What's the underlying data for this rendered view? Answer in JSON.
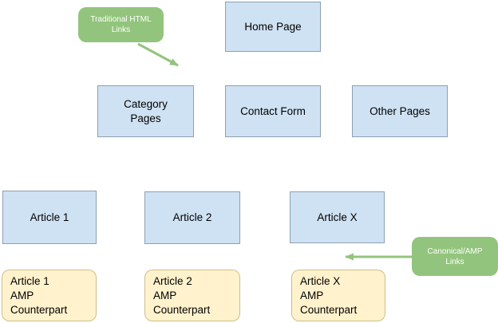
{
  "diagram": {
    "description": "Website structure diagram showing traditional HTML pages and AMP counterparts"
  },
  "nodes": {
    "home": {
      "label": "Home Page"
    },
    "category": {
      "lines": [
        "Category",
        "Pages"
      ]
    },
    "contact": {
      "label": "Contact Form"
    },
    "other": {
      "label": "Other Pages"
    },
    "article1": {
      "label": "Article 1"
    },
    "article2": {
      "label": "Article 2"
    },
    "articleX": {
      "label": "Article X"
    },
    "amp1": {
      "lines": [
        "Article 1",
        "AMP",
        "Counterpart"
      ]
    },
    "amp2": {
      "lines": [
        "Article 2",
        "AMP",
        "Counterpart"
      ]
    },
    "ampX": {
      "lines": [
        "Article X",
        "AMP",
        "Counterpart"
      ]
    }
  },
  "annotations": {
    "traditional": {
      "lines": [
        "Traditional HTML",
        "Links"
      ]
    },
    "canonical": {
      "lines": [
        "Canonical/AMP",
        "Links"
      ]
    }
  },
  "colors": {
    "page_box_fill": "#cfe2f3",
    "amp_box_fill": "#fff2cc",
    "annotation_fill": "#93c47d",
    "annotation_text": "#ffffff",
    "arrow": "#93c47d",
    "box_text": "#000000",
    "background": "#ffffff"
  }
}
